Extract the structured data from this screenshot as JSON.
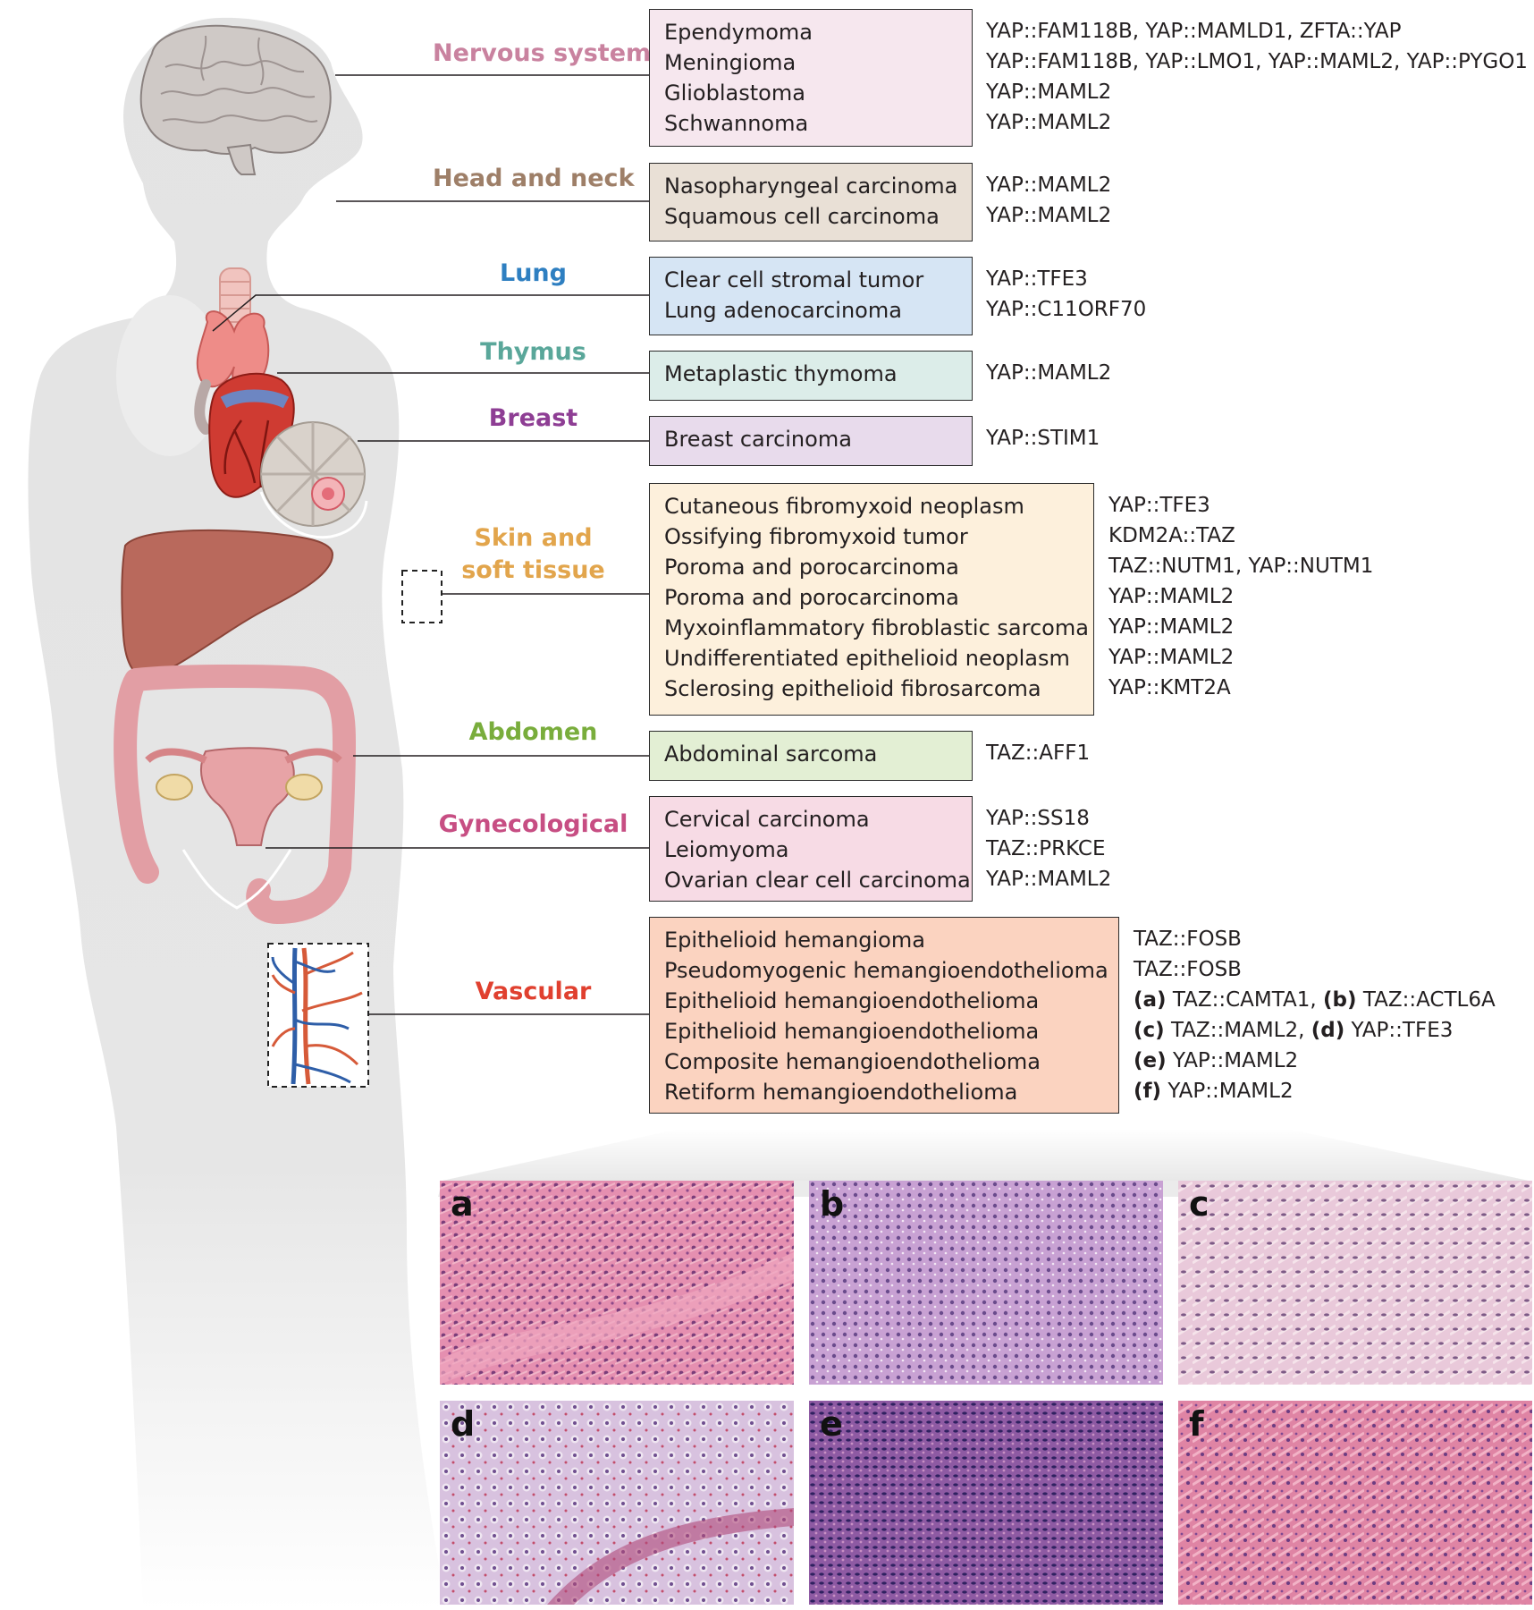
{
  "categories": [
    {
      "name": "Nervous system",
      "color": "#c9829f",
      "tumors": [
        "Ependymoma",
        "Meningioma",
        "Glioblastoma",
        "Schwannoma"
      ],
      "fusions": [
        "YAP::FAM118B, YAP::MAMLD1, ZFTA::YAP",
        "YAP::FAM118B, YAP::LMO1, YAP::MAML2, YAP::PYGO1",
        "YAP::MAML2",
        "YAP::MAML2"
      ],
      "box_color": "#f6e7ee"
    },
    {
      "name": "Head and neck",
      "color": "#9e7f68",
      "tumors": [
        "Nasopharyngeal carcinoma",
        "Squamous cell carcinoma"
      ],
      "fusions": [
        "YAP::MAML2",
        "YAP::MAML2"
      ],
      "box_color": "#e9e0d6"
    },
    {
      "name": "Lung",
      "color": "#2e7fc1",
      "tumors": [
        "Clear cell stromal tumor",
        "Lung adenocarcinoma"
      ],
      "fusions": [
        "YAP::TFE3",
        "YAP::C11ORF70"
      ],
      "box_color": "#d6e5f4"
    },
    {
      "name": "Thymus",
      "color": "#5aa79a",
      "tumors": [
        "Metaplastic thymoma"
      ],
      "fusions": [
        "YAP::MAML2"
      ],
      "box_color": "#dcede9"
    },
    {
      "name": "Breast",
      "color": "#8e3e94",
      "tumors": [
        "Breast carcinoma"
      ],
      "fusions": [
        "YAP::STIM1"
      ],
      "box_color": "#e8dbec"
    },
    {
      "name_line1": "Skin and",
      "name_line2": "soft tissue",
      "color": "#e2a54c",
      "tumors": [
        "Cutaneous fibromyxoid neoplasm",
        "Ossifying fibromyxoid tumor",
        "Poroma and porocarcinoma",
        "Poroma and porocarcinoma",
        "Myxoinflammatory fibroblastic sarcoma",
        "Undifferentiated epithelioid neoplasm",
        "Sclerosing epithelioid fibrosarcoma"
      ],
      "fusions": [
        "YAP::TFE3",
        "KDM2A::TAZ",
        "TAZ::NUTM1, YAP::NUTM1",
        "YAP::MAML2",
        "YAP::MAML2",
        "YAP::MAML2",
        "YAP::KMT2A"
      ],
      "box_color": "#fdf0dc"
    },
    {
      "name": "Abdomen",
      "color": "#79ad3c",
      "tumors": [
        "Abdominal sarcoma"
      ],
      "fusions": [
        "TAZ::AFF1"
      ],
      "box_color": "#e3efd4"
    },
    {
      "name": "Gynecological",
      "color": "#c74e83",
      "tumors": [
        "Cervical carcinoma",
        "Leiomyoma",
        "Ovarian clear cell carcinoma"
      ],
      "fusions": [
        "YAP::SS18",
        "TAZ::PRKCE",
        "YAP::MAML2"
      ],
      "box_color": "#f7dbe5"
    },
    {
      "name": "Vascular",
      "color": "#e0402f",
      "tumors": [
        "Epithelioid hemangioma",
        "Pseudomyogenic hemangioendothelioma",
        "Epithelioid hemangioendothelioma",
        "Epithelioid hemangioendothelioma",
        "Composite hemangioendothelioma",
        "Retiform hemangioendothelioma"
      ],
      "fusions_plain": [
        "TAZ::FOSB",
        "TAZ::FOSB"
      ],
      "fusions_lettered": [
        {
          "l1": "(a)",
          "t1": "TAZ::CAMTA1,",
          "l2": "(b)",
          "t2": "TAZ::ACTL6A"
        },
        {
          "l1": "(c)",
          "t1": "TAZ::MAML2,",
          "l2": "(d)",
          "t2": "YAP::TFE3"
        },
        {
          "l1": "(e)",
          "t1": "YAP::MAML2"
        },
        {
          "l1": "(f)",
          "t1": "YAP::MAML2"
        }
      ],
      "box_color": "#fbd3c0"
    }
  ],
  "panels": [
    "a",
    "b",
    "c",
    "d",
    "e",
    "f"
  ]
}
